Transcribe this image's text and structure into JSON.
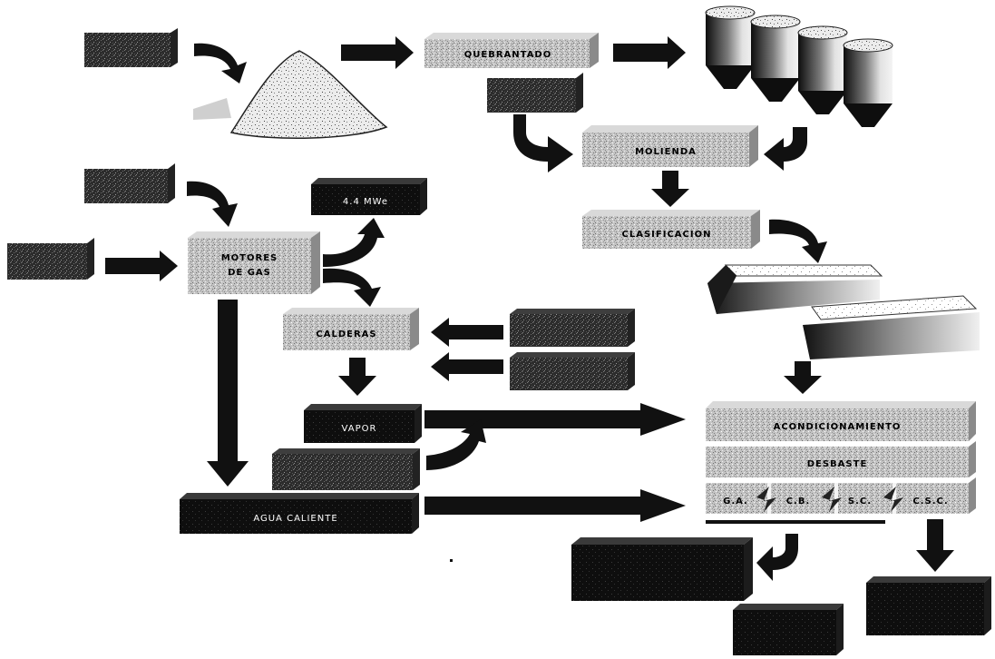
{
  "colors": {
    "box_light": "#bdbdbd",
    "box_dark": "#2a2a2a",
    "box_black": "#0e0e0e",
    "arrow": "#111111"
  },
  "labels": {
    "quebrantado": "QUEBRANTADO",
    "molienda": "MOLIENDA",
    "clasificacion": "CLASIFICACION",
    "motores_line1": "MOTORES",
    "motores_line2": "DE GAS",
    "mw": "4.4 MWe",
    "calderas": "CALDERAS",
    "vapor": "VAPOR",
    "agua_caliente": "AGUA CALIENTE",
    "acondicionamiento": "ACONDICIONAMIENTO",
    "desbaste": "DESBASTE",
    "ga": "G.A.",
    "cb": "C.B.",
    "sc": "S.C.",
    "csc": "C.S.C."
  }
}
